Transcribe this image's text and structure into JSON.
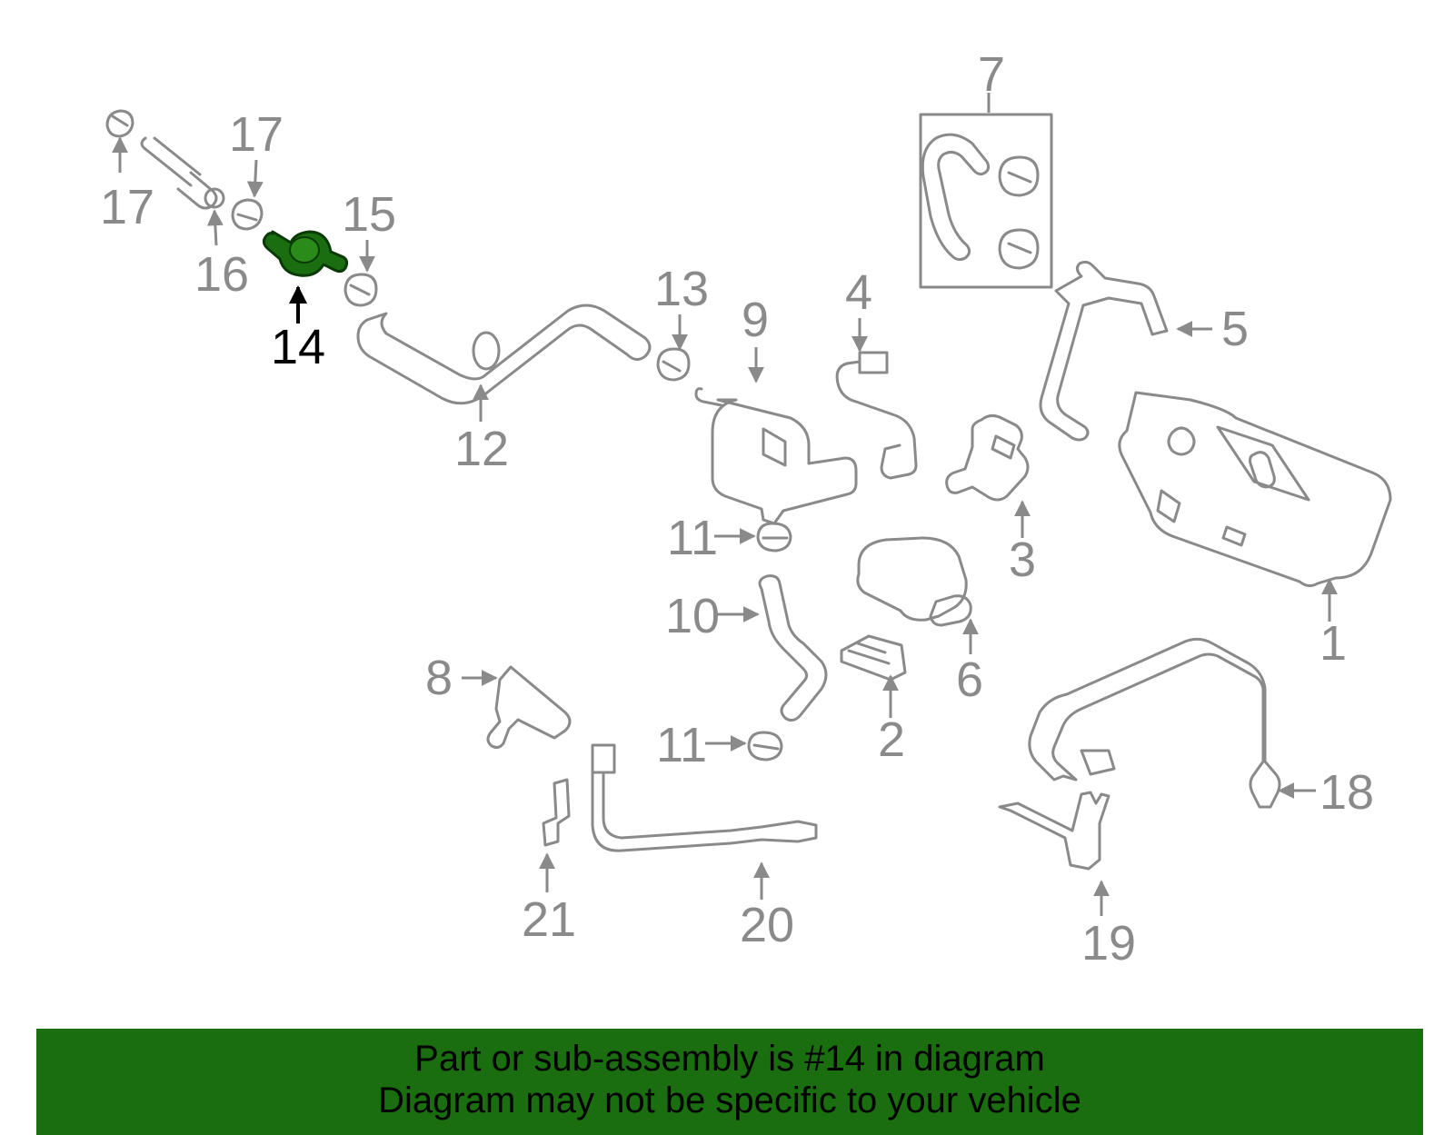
{
  "highlight_color": "#1a6e10",
  "highlighted_part": "14",
  "callouts": {
    "c1": "1",
    "c2": "2",
    "c3": "3",
    "c4": "4",
    "c5": "5",
    "c6": "6",
    "c7": "7",
    "c8": "8",
    "c9": "9",
    "c10": "10",
    "c11a": "11",
    "c11b": "11",
    "c12": "12",
    "c13": "13",
    "c14": "14",
    "c15": "15",
    "c16": "16",
    "c17a": "17",
    "c17b": "17",
    "c18": "18",
    "c19": "19",
    "c20": "20",
    "c21": "21"
  },
  "banner": {
    "line1": "Part or sub-assembly is #14 in diagram",
    "line2": "Diagram may not be specific to your vehicle"
  }
}
